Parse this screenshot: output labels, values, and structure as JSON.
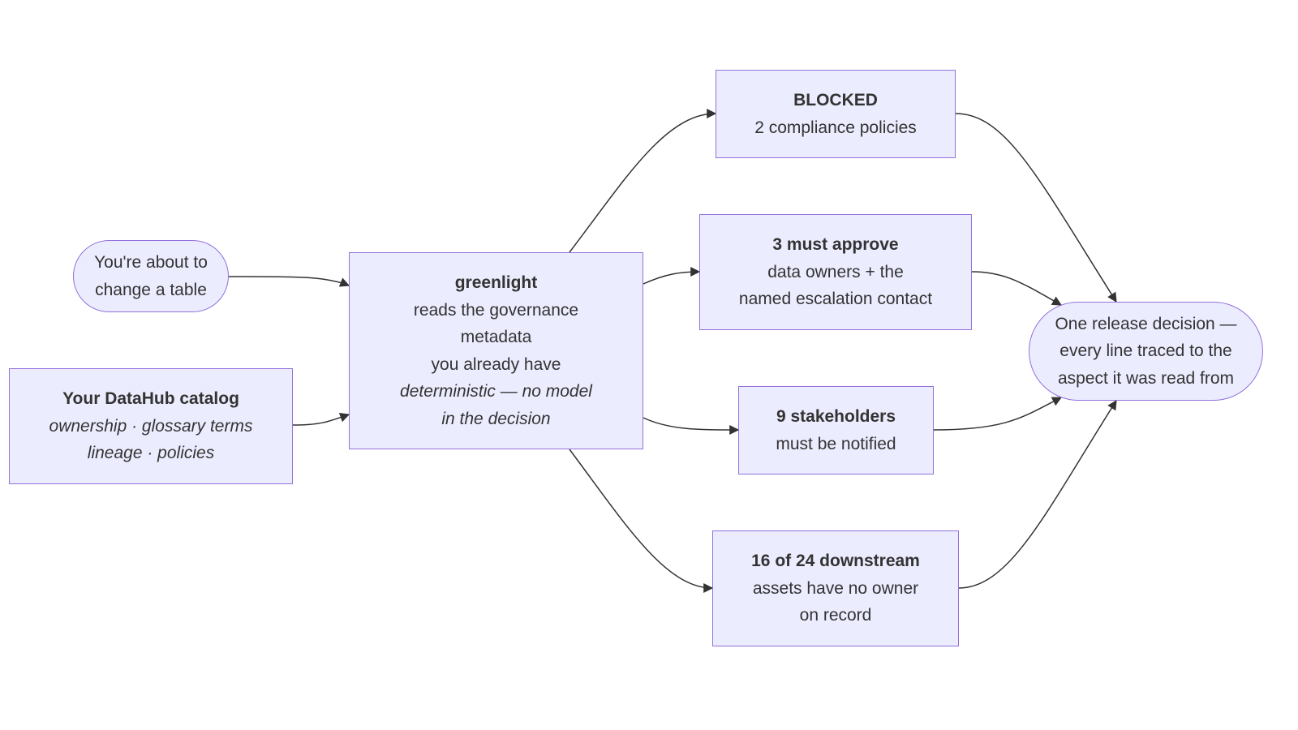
{
  "nodes": {
    "start": {
      "lines": [
        "You're about to",
        "change a table"
      ]
    },
    "catalog": {
      "title": "Your DataHub catalog",
      "italic_lines": [
        "ownership · glossary terms",
        "lineage · policies"
      ]
    },
    "greenlight": {
      "title": "greenlight",
      "lines": [
        "reads the governance",
        "metadata",
        "you already have"
      ],
      "italic_lines": [
        "deterministic — no model",
        "in the decision"
      ]
    },
    "blocked": {
      "title": "BLOCKED",
      "lines": [
        "2 compliance policies"
      ]
    },
    "approve": {
      "title": "3 must approve",
      "lines": [
        "data owners + the",
        "named escalation contact"
      ]
    },
    "stakeholders": {
      "title": "9 stakeholders",
      "lines": [
        "must be notified"
      ]
    },
    "downstream": {
      "title": "16 of 24 downstream",
      "lines": [
        "assets have no owner",
        "on record"
      ]
    },
    "decision": {
      "lines": [
        "One release decision —",
        "every line traced to the",
        "aspect it was read from"
      ]
    }
  },
  "edges": [
    {
      "from": "start",
      "to": "greenlight"
    },
    {
      "from": "catalog",
      "to": "greenlight"
    },
    {
      "from": "greenlight",
      "to": "blocked"
    },
    {
      "from": "greenlight",
      "to": "approve"
    },
    {
      "from": "greenlight",
      "to": "stakeholders"
    },
    {
      "from": "greenlight",
      "to": "downstream"
    },
    {
      "from": "blocked",
      "to": "decision"
    },
    {
      "from": "approve",
      "to": "decision"
    },
    {
      "from": "stakeholders",
      "to": "decision"
    },
    {
      "from": "downstream",
      "to": "decision"
    }
  ],
  "colors": {
    "node_fill": "#ececff",
    "node_border": "#9370db",
    "edge": "#333333",
    "text": "#333333"
  }
}
